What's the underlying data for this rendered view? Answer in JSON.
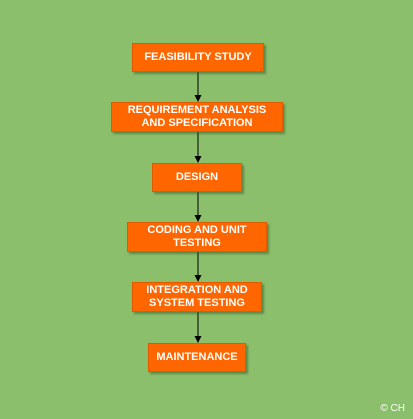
{
  "diagram": {
    "steps": [
      "FEASIBILITY STUDY",
      "REQUIREMENT ANALYSIS AND SPECIFICATION",
      "DESIGN",
      "CODING AND UNIT TESTING",
      "INTEGRATION AND SYSTEM TESTING",
      "MAINTENANCE"
    ],
    "box_color": "#ff6600",
    "background_color": "#8cbf6c",
    "arrow_color": "#000000"
  },
  "footer": {
    "copyright": "© CH"
  }
}
